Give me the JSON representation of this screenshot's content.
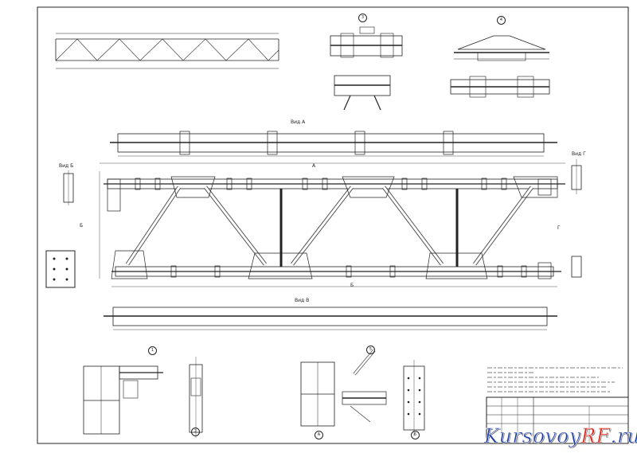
{
  "views": {
    "view_a": "Вид А",
    "view_b": "Вид Б",
    "view_v": "Вид В",
    "view_g": "Вид Г"
  },
  "section_marks": {
    "b_left": "Б",
    "g_right": "Г",
    "b_bottom": "Б",
    "a_top": "А"
  },
  "node_marks": {
    "n1": "1",
    "n2": "2",
    "n3": "3",
    "n4": "4",
    "n5": "5",
    "n6": "6",
    "n_a": "А"
  },
  "watermark": {
    "part1": "Kursovoy",
    "part2": "RF",
    "part3": ".ru",
    "color_main": "#1f3fa8",
    "color_accent": "#e0261b"
  },
  "colors": {
    "line": "#222222",
    "paper": "#ffffff"
  }
}
